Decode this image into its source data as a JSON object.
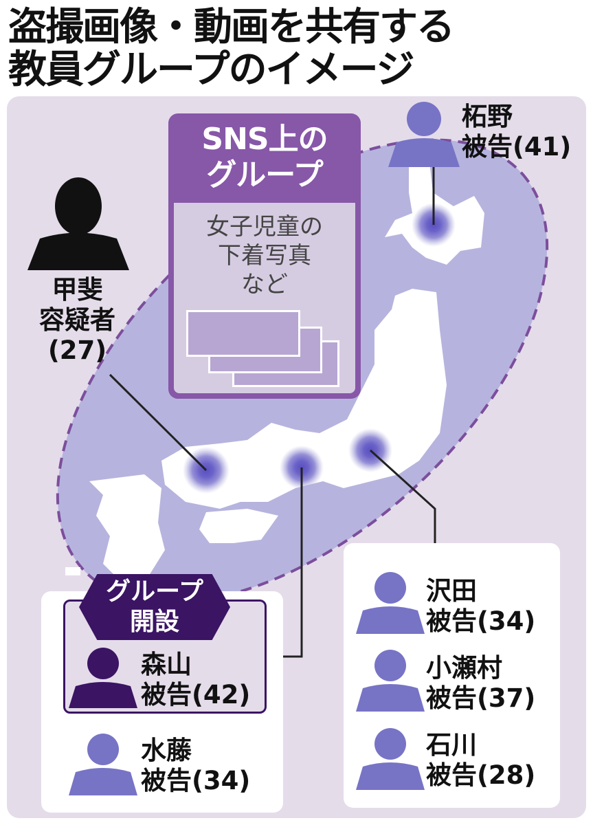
{
  "title": {
    "line1": "盗撮画像・動画を共有する",
    "line2": "教員グループのイメージ"
  },
  "sns_group": {
    "header_line1": "SNS上の",
    "header_line2": "グループ",
    "content_line1": "女子児童の",
    "content_line2": "下着写真",
    "content_line3": "など"
  },
  "people": {
    "tsugeno": {
      "name": "柘野",
      "status": "被告(41)"
    },
    "kai": {
      "name": "甲斐",
      "status": "容疑者",
      "age": "(27)"
    },
    "moriyama": {
      "name": "森山",
      "status": "被告(42)"
    },
    "mizufuji": {
      "name": "水藤",
      "status": "被告(34)"
    },
    "sawada": {
      "name": "沢田",
      "status": "被告(34)"
    },
    "kosemura": {
      "name": "小瀬村",
      "status": "被告(37)"
    },
    "ishikawa": {
      "name": "石川",
      "status": "被告(28)"
    }
  },
  "group_founder_tag": {
    "line1": "グループ",
    "line2": "開設"
  },
  "colors": {
    "panel": "#e5dcea",
    "ellipse": "#b6b4de",
    "accent": "#8757a8",
    "dark": "#3b1463",
    "person": "#7774c6"
  }
}
